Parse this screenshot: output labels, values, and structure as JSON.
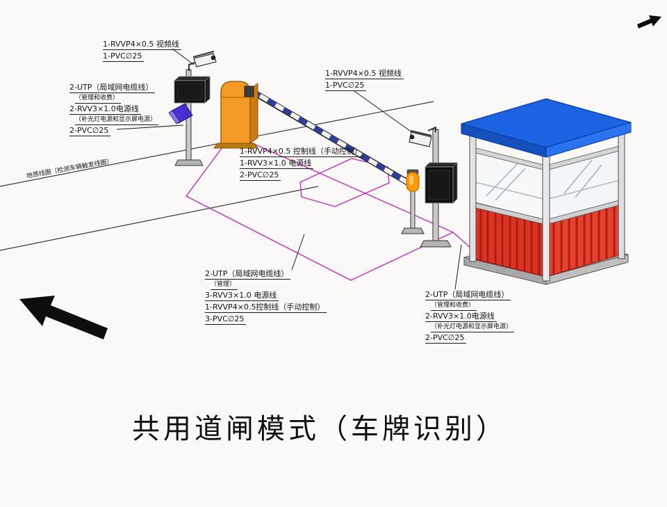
{
  "title": "共用道闸模式（车牌识别）",
  "labels": {
    "camera1_cable": {
      "lines": [
        "1-RVVP4×0.5 视频线",
        "1-PVC∅25"
      ]
    },
    "pole1_cable": {
      "lines": [
        "2-UTP（局域网电缆线）",
        "（管理和收费）",
        "2-RVV3×1.0电源线",
        "（补光灯电源和显示屏电源）",
        "2-PVC∅25"
      ]
    },
    "camera2_cable": {
      "lines": [
        "1-RVVP4×0.5 视频线",
        "1-PVC∅25"
      ]
    },
    "barrier_cable": {
      "lines": [
        "1-RVVP4×0.5 控制线（手动控制）",
        "1-RVV3×1.0 电源线",
        "2-PVC∅25"
      ]
    },
    "lane_cable": {
      "lines": [
        "2-UTP（局域网电缆线）",
        "（管理）",
        "3-RVV3×1.0 电源线",
        "1-RVVP4×0.5控制线（手动控制）",
        "3-PVC∅25"
      ]
    },
    "booth_cable": {
      "lines": [
        "2-UTP（局域网电缆线）",
        "（管理和收费）",
        "2-RVV3×1.0电源线",
        "（补光灯电源和显示屏电源）",
        "2-PVC∅25"
      ]
    },
    "ground_loop": "地感线圈（检测车辆触发线圈）"
  },
  "icons": {
    "direction_arrow": "arrow-up-left",
    "north_arrow": "arrow-up-right"
  },
  "colors": {
    "booth_roof": "#1b63e3",
    "booth_wall": "#dd3322",
    "barrier_cabinet": "#f49b25",
    "arm_stripe": "#2a3f9f",
    "loop_line": "#c22cc2",
    "flood_light": "#4a2ed2",
    "warning_light": "#ff9a00"
  }
}
